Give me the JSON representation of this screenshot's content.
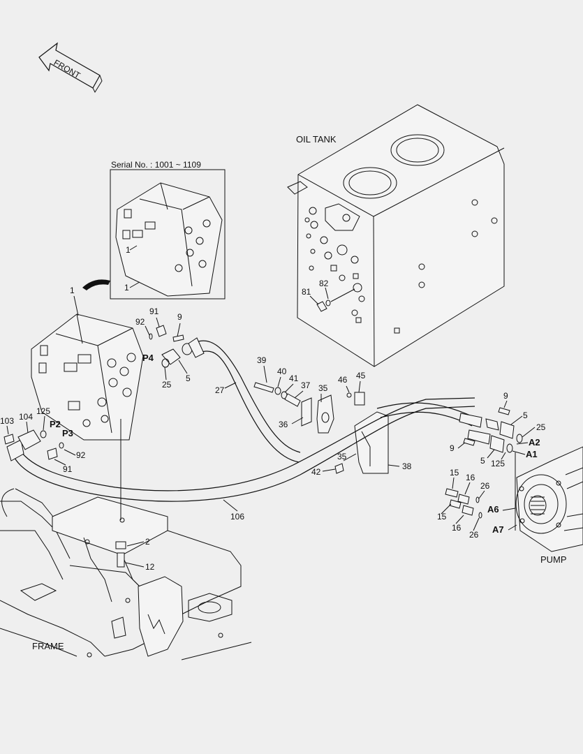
{
  "diagram": {
    "front_label": "FRONT",
    "inset_title": "Serial No. : 1001 ~ 1109",
    "oil_tank_label": "OIL TANK",
    "frame_label": "FRAME",
    "pump_label": "PUMP",
    "ports": {
      "p4": "P4",
      "p2": "P2",
      "p3": "P3",
      "a2": "A2",
      "a1": "A1",
      "a6": "A6",
      "a7": "A7"
    },
    "callouts": {
      "inset_1a": "1",
      "inset_1b": "1",
      "valve_1": "1",
      "c91a": "91",
      "c9a": "9",
      "c92a": "92",
      "c25a": "25",
      "c5a": "5",
      "c27": "27",
      "c39": "39",
      "c40": "40",
      "c41": "41",
      "c37": "37",
      "c35a": "35",
      "c36": "36",
      "c46": "46",
      "c45": "45",
      "c81": "81",
      "c82": "82",
      "c103": "103",
      "c104": "104",
      "c125a": "125",
      "c92b": "92",
      "c91b": "91",
      "c35b": "35",
      "c42": "42",
      "c38": "38",
      "c106": "106",
      "c2": "2",
      "c12": "12",
      "c9b": "9",
      "c5b": "5",
      "c25b": "25",
      "c9c": "9",
      "c5c": "5",
      "c125b": "125",
      "c15a": "15",
      "c16a": "16",
      "c26a": "26",
      "c15b": "15",
      "c16b": "16",
      "c26b": "26"
    }
  }
}
